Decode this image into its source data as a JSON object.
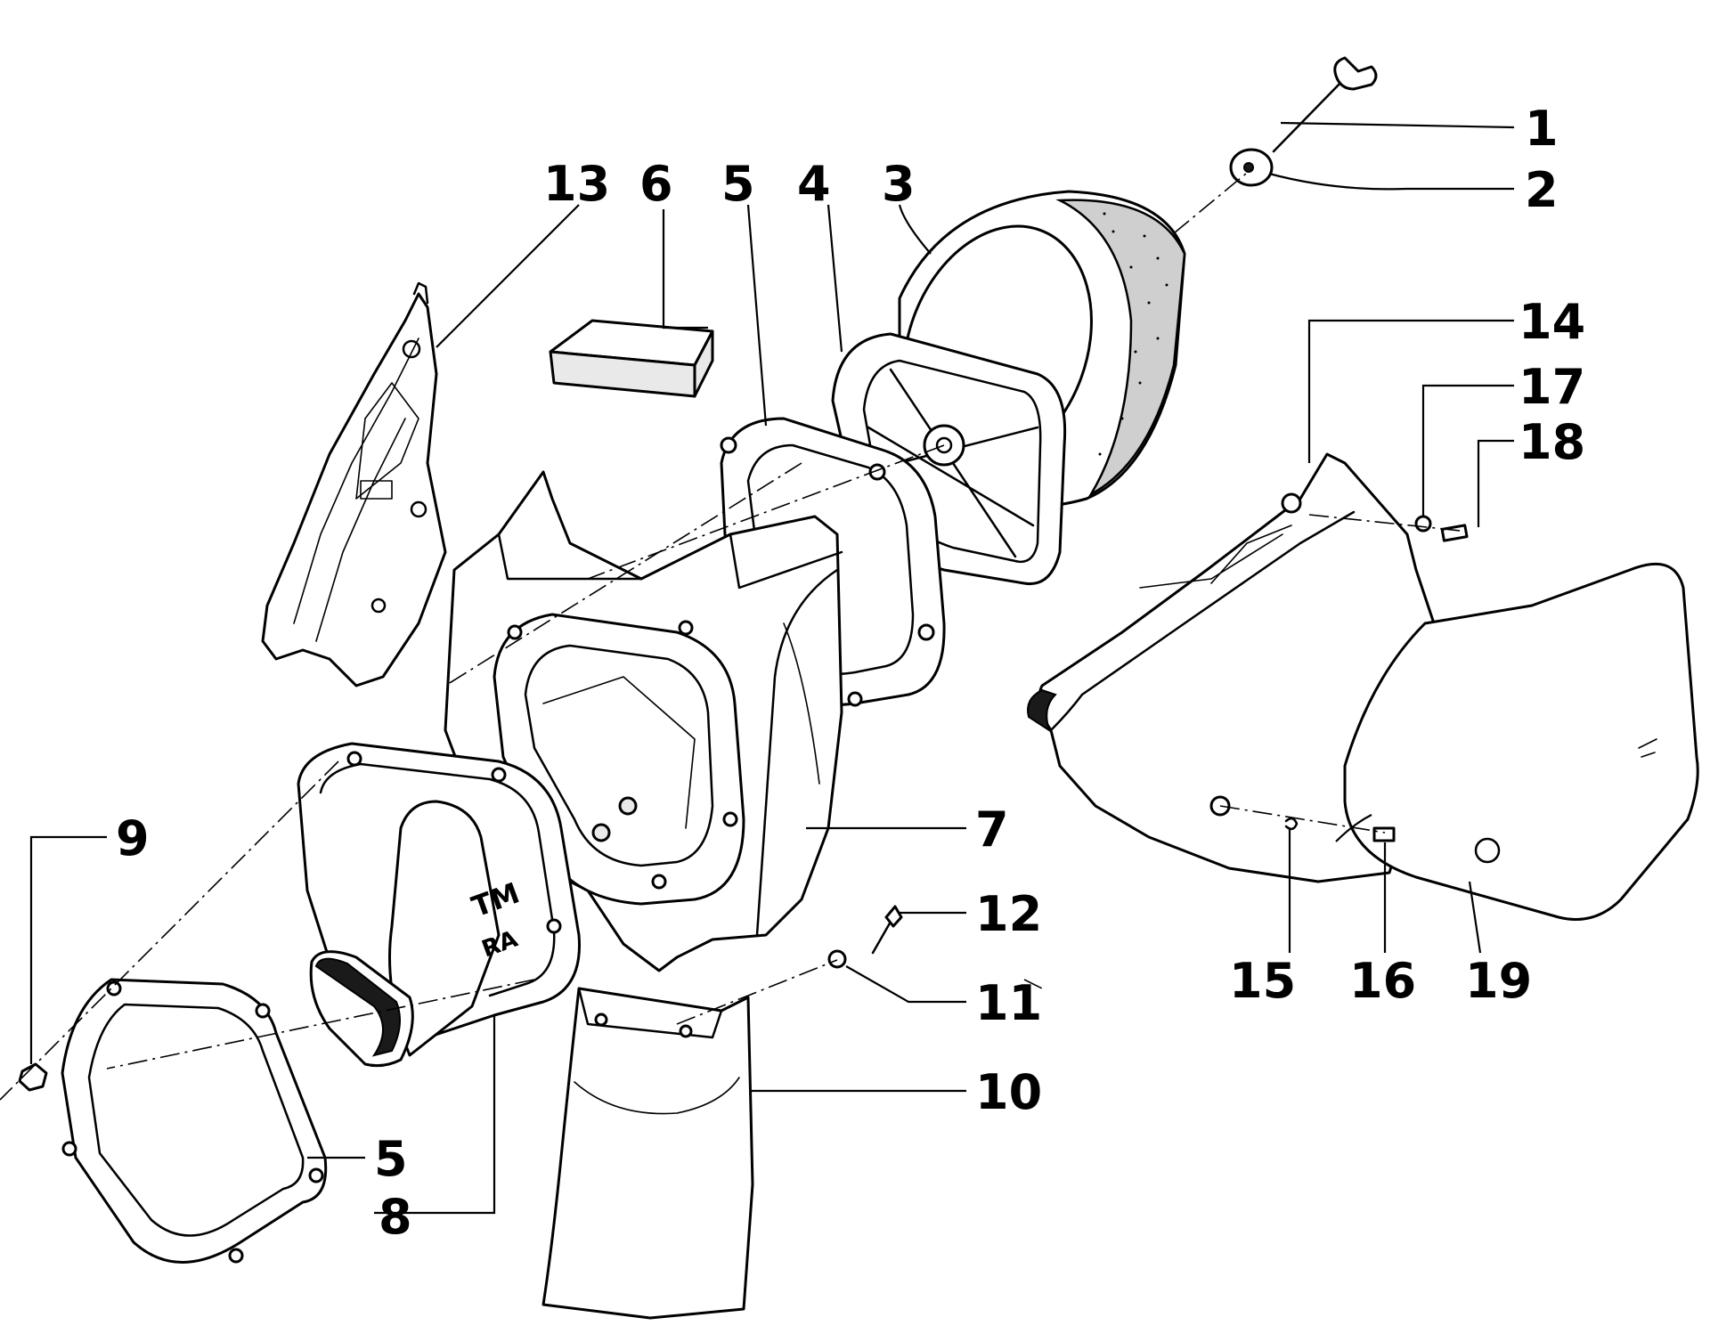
{
  "callouts": [
    {
      "id": "1",
      "label": "1"
    },
    {
      "id": "2",
      "label": "2"
    },
    {
      "id": "3",
      "label": "3"
    },
    {
      "id": "4",
      "label": "4"
    },
    {
      "id": "5a",
      "label": "5"
    },
    {
      "id": "6",
      "label": "6"
    },
    {
      "id": "13",
      "label": "13"
    },
    {
      "id": "14",
      "label": "14"
    },
    {
      "id": "17",
      "label": "17"
    },
    {
      "id": "18",
      "label": "18"
    },
    {
      "id": "7",
      "label": "7"
    },
    {
      "id": "9",
      "label": "9"
    },
    {
      "id": "12",
      "label": "12"
    },
    {
      "id": "11",
      "label": "11"
    },
    {
      "id": "10",
      "label": "10"
    },
    {
      "id": "5b",
      "label": "5"
    },
    {
      "id": "8",
      "label": "8"
    },
    {
      "id": "15",
      "label": "15"
    },
    {
      "id": "16",
      "label": "16"
    },
    {
      "id": "19",
      "label": "19"
    }
  ],
  "embossed_marks": {
    "intake_text_1": "TM",
    "intake_text_2": "RA"
  }
}
